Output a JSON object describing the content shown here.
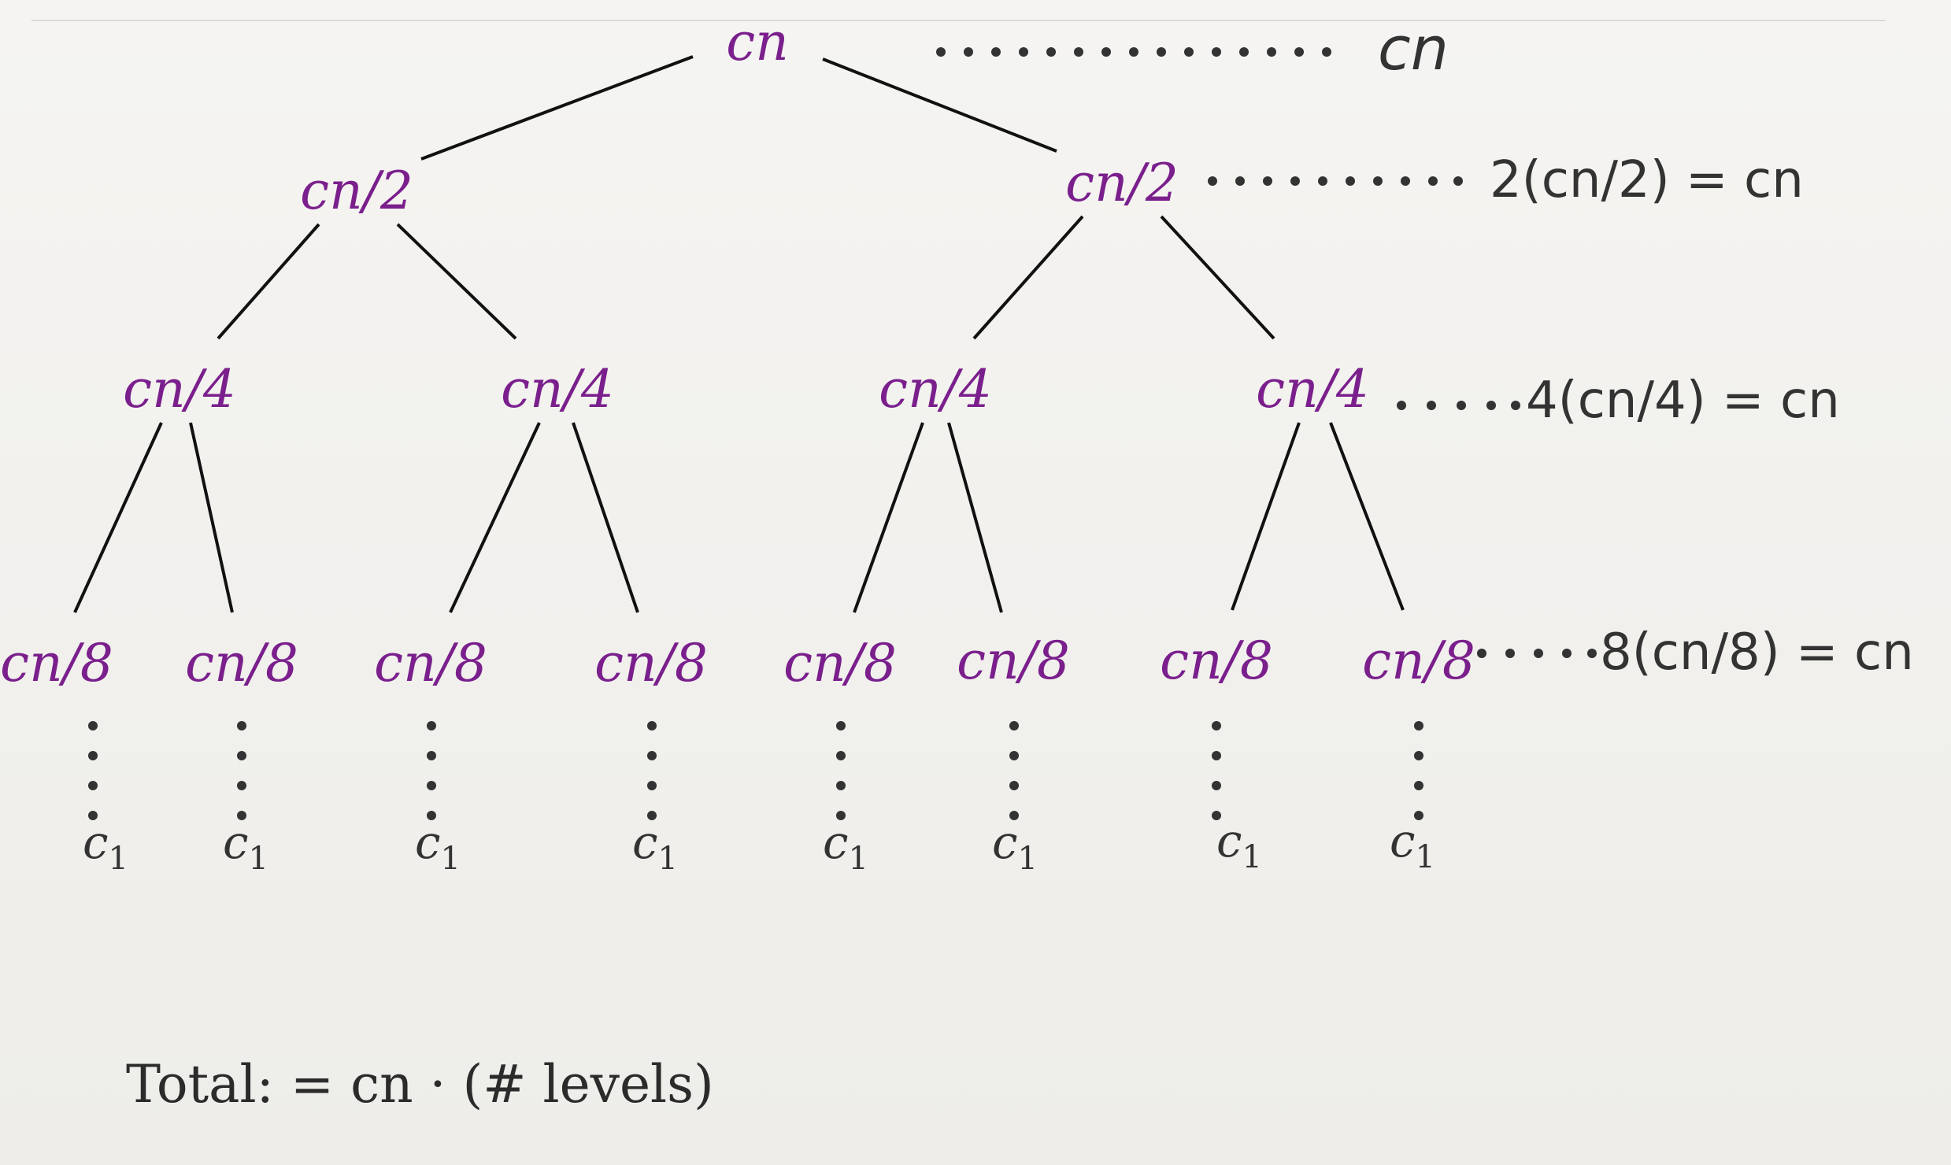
{
  "tree": {
    "root": {
      "label": "cn"
    },
    "level1": [
      {
        "label": "cn/2"
      },
      {
        "label": "cn/2"
      }
    ],
    "level2": [
      {
        "label": "cn/4"
      },
      {
        "label": "cn/4"
      },
      {
        "label": "cn/4"
      },
      {
        "label": "cn/4"
      }
    ],
    "level3": [
      {
        "label": "cn/8"
      },
      {
        "label": "cn/8"
      },
      {
        "label": "cn/8"
      },
      {
        "label": "cn/8"
      },
      {
        "label": "cn/8"
      },
      {
        "label": "cn/8"
      },
      {
        "label": "cn/8"
      },
      {
        "label": "cn/8"
      }
    ],
    "leaves": [
      {
        "base": "c",
        "sub": "1"
      },
      {
        "base": "c",
        "sub": "1"
      },
      {
        "base": "c",
        "sub": "1"
      },
      {
        "base": "c",
        "sub": "1"
      },
      {
        "base": "c",
        "sub": "1"
      },
      {
        "base": "c",
        "sub": "1"
      },
      {
        "base": "c",
        "sub": "1"
      },
      {
        "base": "c",
        "sub": "1"
      }
    ]
  },
  "level_sums": [
    {
      "label": "cn"
    },
    {
      "label": "2(cn/2) = cn"
    },
    {
      "label": "4(cn/4) = cn"
    },
    {
      "label": "8(cn/8) = cn"
    }
  ],
  "total": {
    "label": "Total: = cn · (# levels)"
  },
  "colors": {
    "node": "#7a1f8c",
    "text": "#333333",
    "edge": "#111111",
    "background": "#f1f0ed"
  }
}
